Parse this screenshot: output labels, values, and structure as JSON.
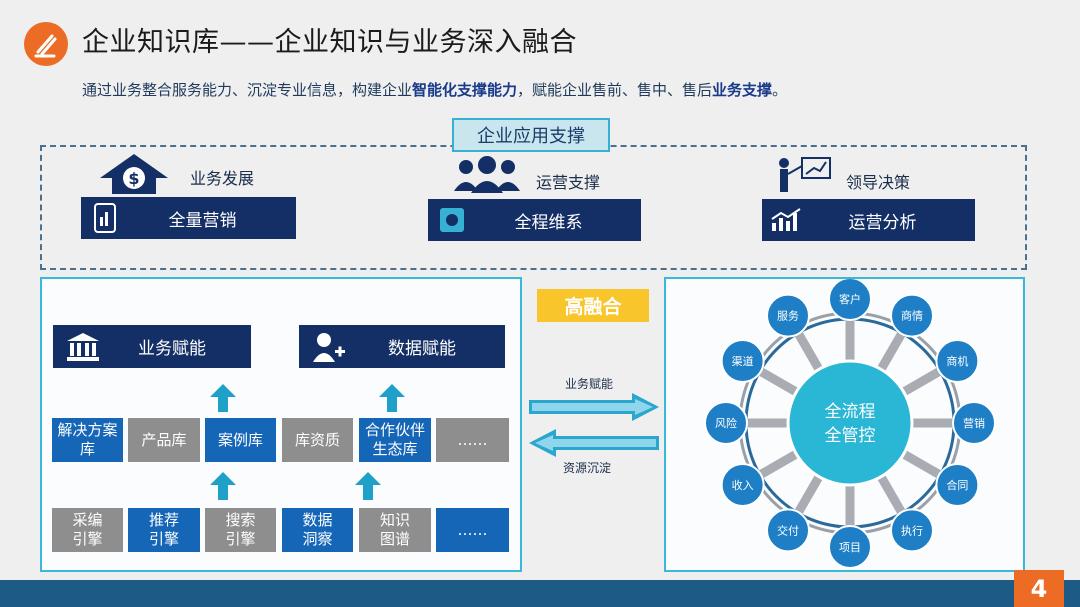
{
  "header": {
    "title": "企业知识库——企业知识与业务深入融合",
    "subtitle_a": "通过业务整合服务能力、沉淀专业信息，构建企业",
    "subtitle_b": "智能化支撑能力",
    "subtitle_c": "，赋能企业售前、售中、售后",
    "subtitle_d": "业务支撑",
    "subtitle_e": "。"
  },
  "support": {
    "tag": "企业应用支撑",
    "groups": [
      {
        "label": "业务发展",
        "button": "全量营销"
      },
      {
        "label": "运营支撑",
        "button": "全程维系"
      },
      {
        "label": "领导决策",
        "button": "运营分析"
      }
    ]
  },
  "framework": {
    "top_buttons": [
      "业务赋能",
      "数据赋能"
    ],
    "middle_row": [
      "解决方案库",
      "产品库",
      "案例库",
      "库资质",
      "合作伙伴生态库",
      "……"
    ],
    "bottom_row": [
      "采编引擎",
      "推荐引擎",
      "搜索引擎",
      "数据洞察",
      "知识图谱",
      "……"
    ]
  },
  "fusion": {
    "tag": "高融合",
    "arrow_right_label": "业务赋能",
    "arrow_left_label": "资源沉淀"
  },
  "wheel": {
    "center_line1": "全流程",
    "center_line2": "全管控",
    "nodes": [
      "客户",
      "商情",
      "商机",
      "营销",
      "合同",
      "执行",
      "项目",
      "交付",
      "收入",
      "风险",
      "渠道",
      "服务"
    ]
  },
  "footer": {
    "page": "4"
  },
  "colors": {
    "orange": "#ec6c26",
    "navy": "#132f66",
    "blue": "#1666b8",
    "gray": "#8e8e8e",
    "cyan": "#39b8d9",
    "yellow": "#f8c52a",
    "wheel_blue": "#1e7fc6",
    "hub": "#2ab6d5"
  }
}
